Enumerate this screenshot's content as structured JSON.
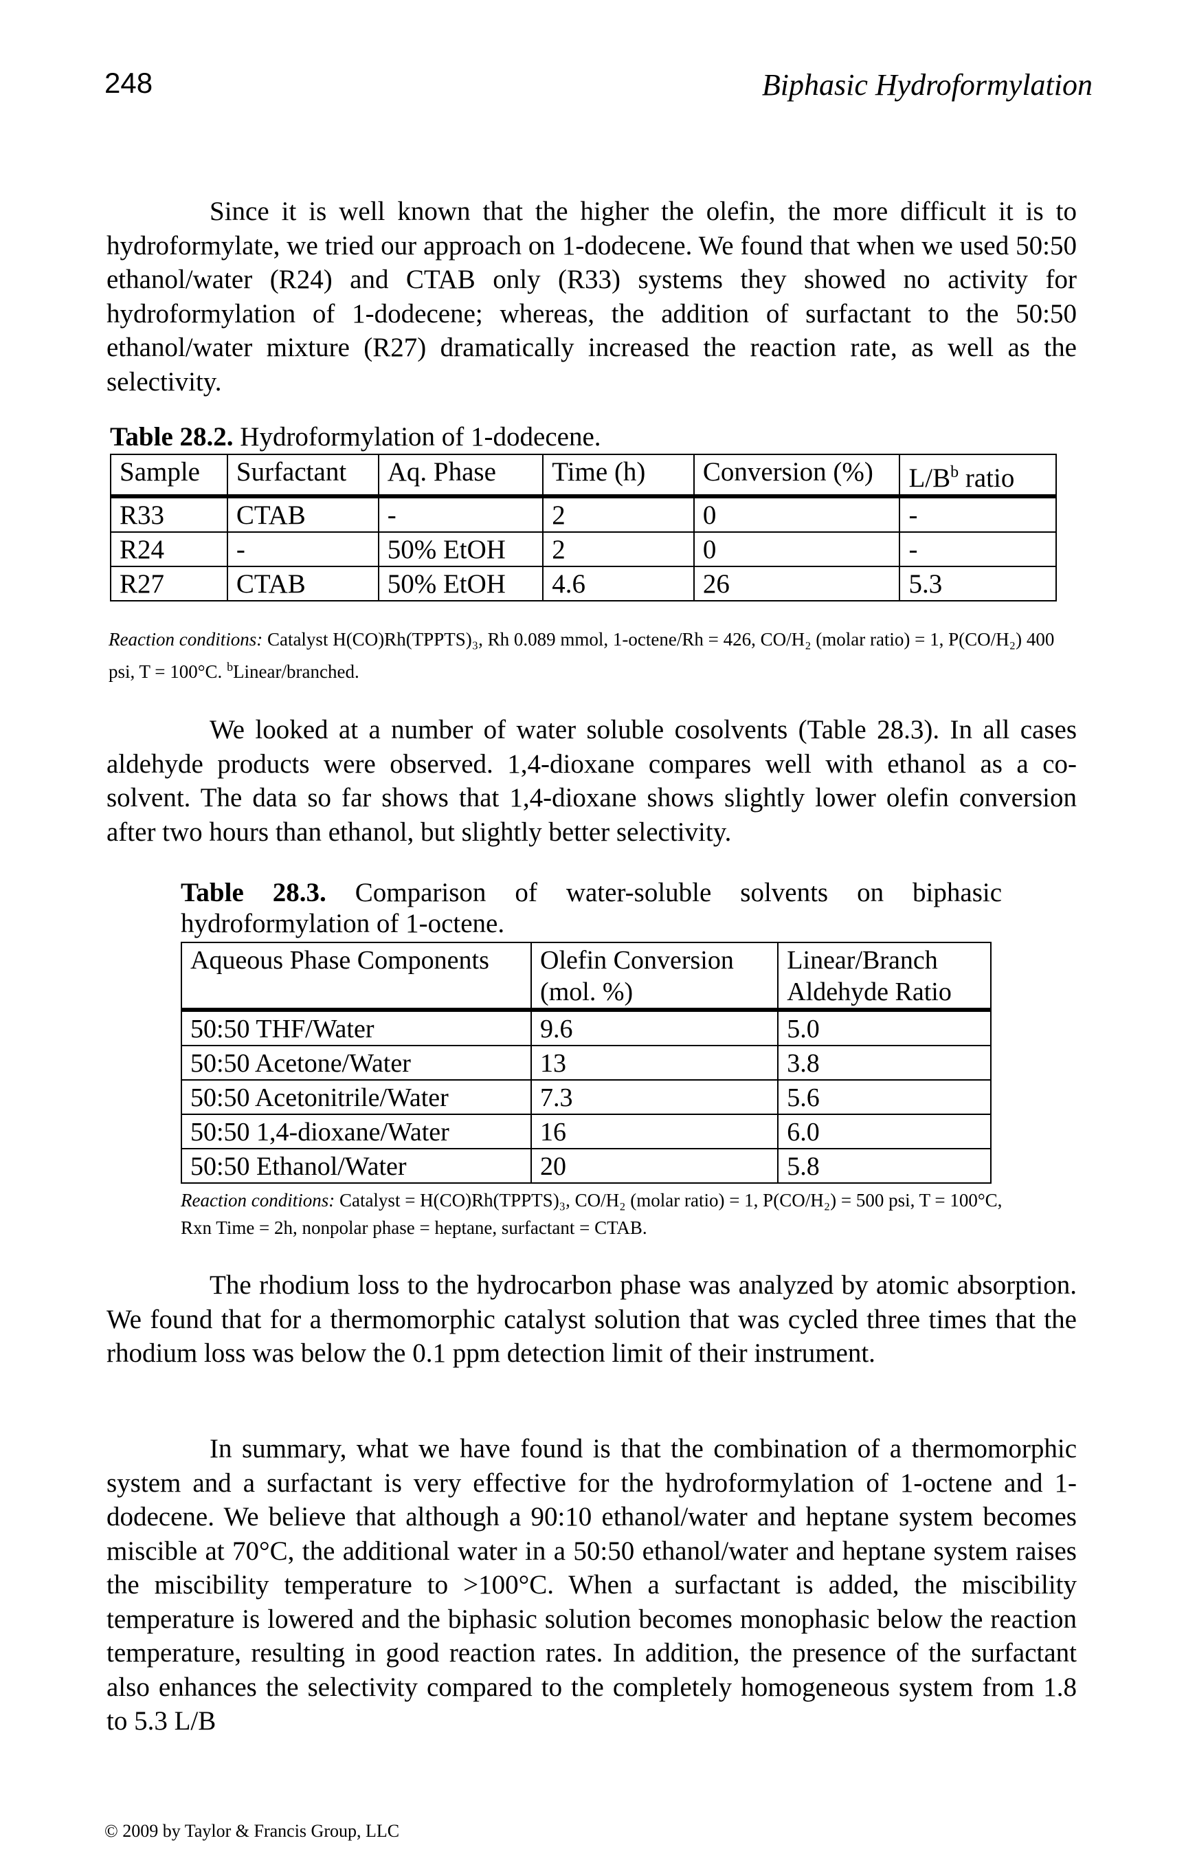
{
  "header": {
    "page_number": "248",
    "running_title": "Biphasic Hydroformylation"
  },
  "paragraphs": [
    "Since it is well known that the higher the olefin, the more difficult it is to hydroformylate, we tried our approach on 1-dodecene. We found that when we used 50:50 ethanol/water (R24) and CTAB only (R33) systems they showed no activity for hydroformylation of 1-dodecene; whereas, the addition of surfactant to the 50:50 ethanol/water mixture (R27) dramatically increased the reaction rate, as well as the selectivity.",
    "We looked at a number of water soluble cosolvents (Table 28.3). In all cases aldehyde products were observed. 1,4-dioxane compares well with ethanol as a co-solvent. The data so far shows that 1,4-dioxane shows slightly lower olefin conversion after two hours than ethanol, but slightly better selectivity.",
    "The rhodium loss to the hydrocarbon phase was analyzed by atomic absorption. We found that for a thermomorphic catalyst solution that was cycled three times that the rhodium loss was below the 0.1 ppm detection limit of their instrument.",
    "In summary, what we have found is that the combination of a thermomorphic system and a surfactant is very effective for the hydroformylation of 1-octene and 1-dodecene. We believe that although a 90:10 ethanol/water and heptane system becomes miscible at 70°C, the additional water in a 50:50 ethanol/water and heptane system raises the miscibility temperature to >100°C. When a surfactant is added, the miscibility temperature is lowered and the biphasic solution becomes monophasic below the reaction temperature, resulting in good reaction rates. In addition, the presence of the surfactant also enhances the selectivity compared to the completely homogeneous system from 1.8 to 5.3 L/B"
  ],
  "table1": {
    "label": "Table 28.2.",
    "title": "Hydroformylation of 1-dodecene.",
    "headers": [
      "Sample",
      "Surfactant",
      "Aq. Phase",
      "Time (h)",
      "Conversion (%)",
      "L/B",
      "b",
      " ratio"
    ],
    "rows": [
      [
        "R33",
        "CTAB",
        "-",
        "2",
        "0",
        "-"
      ],
      [
        "R24",
        "-",
        "50% EtOH",
        "2",
        "0",
        "-"
      ],
      [
        "R27",
        "CTAB",
        "50% EtOH",
        "4.6",
        "26",
        "5.3"
      ]
    ],
    "note_label": "Reaction conditions:",
    "note_text": "Catalyst H(CO)Rh(TPPTS)₃, Rh 0.089 mmol, 1-octene/Rh = 426, CO/H₂ (molar ratio) = 1, P(CO/H₂) 400 psi, T = 100°C.",
    "footnote_mark": "b",
    "footnote_text": "Linear/branched."
  },
  "table2": {
    "label": "Table 28.3.",
    "title": "Comparison of water-soluble solvents on biphasic hydroformylation of 1-octene.",
    "headers": [
      "Aqueous Phase Components",
      "Olefin Conversion (mol. %)",
      "Linear/Branch Aldehyde Ratio"
    ],
    "rows": [
      [
        "50:50 THF/Water",
        "9.6",
        "5.0"
      ],
      [
        "50:50 Acetone/Water",
        "13",
        "3.8"
      ],
      [
        "50:50 Acetonitrile/Water",
        "7.3",
        "5.6"
      ],
      [
        "50:50 1,4-dioxane/Water",
        "16",
        "6.0"
      ],
      [
        "50:50 Ethanol/Water",
        "20",
        "5.8"
      ]
    ],
    "note_label": "Reaction conditions:",
    "note_text": "Catalyst = H(CO)Rh(TPPTS)₃, CO/H₂ (molar ratio) = 1, P(CO/H₂) = 500 psi, T = 100°C, Rxn Time = 2h, nonpolar phase = heptane, surfactant = CTAB."
  },
  "footer": {
    "copyright": "© 2009 by Taylor & Francis Group, LLC"
  }
}
